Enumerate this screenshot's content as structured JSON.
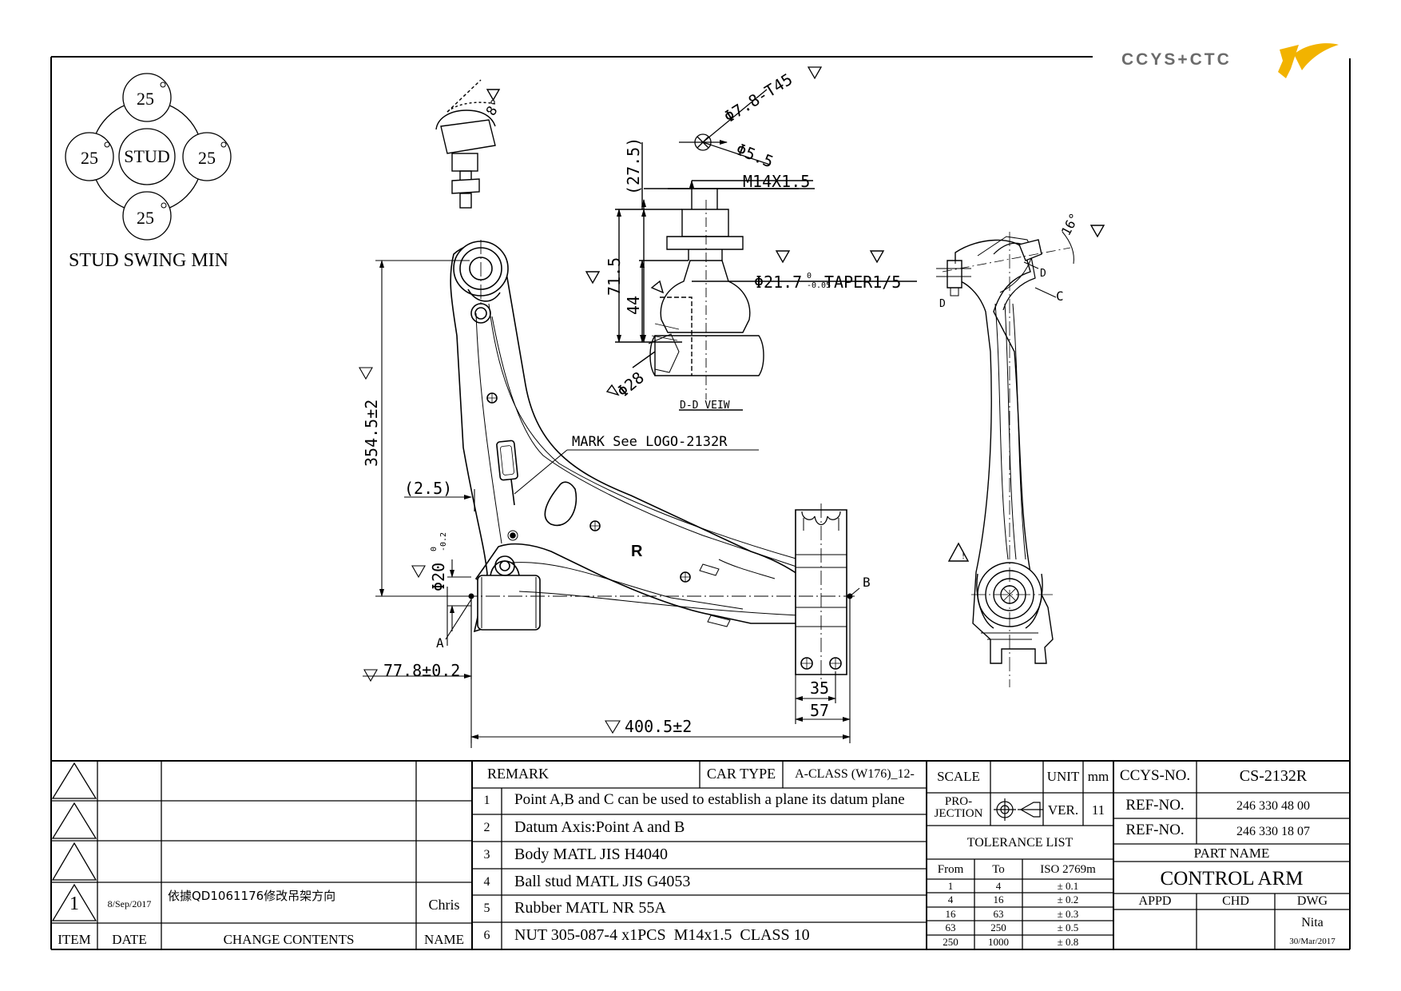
{
  "logo": {
    "text": "CCYS+CTC",
    "accent": "#f2b300",
    "gray": "#6b6b6b"
  },
  "stud_swing": {
    "center": "STUD",
    "top": "25",
    "left": "25",
    "right": "25",
    "bottom": "25",
    "caption": "STUD SWING MIN"
  },
  "dims": {
    "ball_angle": "8°",
    "phi_78": "Φ7.8-T45",
    "phi_55": "Φ5.5",
    "m14": "M14X1.5",
    "d275": "(27.5)",
    "d715": "71.5",
    "d44": "44",
    "phi217": "Φ21.7",
    "phi217_tol_top": "0",
    "phi217_tol_bot": "-0.05",
    "taper": "TAPER1/5",
    "phi28": "Φ28",
    "dd_view": "D-D VEIW",
    "mark": "MARK See LOGO-2132R",
    "d3545": "354.5±2",
    "d25": "(2.5)",
    "phi20": "Φ20",
    "phi20_tol_top": "0",
    "phi20_tol_bot": "-0.2",
    "d778": "77.8±0.2",
    "d4005": "400.5±2",
    "d35": "35",
    "d57": "57",
    "r_mark": "R",
    "pt_a": "A",
    "pt_b": "B",
    "pt_c": "C",
    "pt_d1": "D",
    "pt_d2": "D",
    "side_angle": "16°"
  },
  "revisions": {
    "rows": [
      {
        "item": "",
        "date": "",
        "content": "",
        "name": ""
      },
      {
        "item": "",
        "date": "",
        "content": "",
        "name": ""
      },
      {
        "item": "",
        "date": "",
        "content": "",
        "name": ""
      },
      {
        "item": "1",
        "date": "8/Sep/2017",
        "content": "依據QD1061176修改吊架方向",
        "name": "Chris"
      }
    ],
    "headers": {
      "item": "ITEM",
      "date": "DATE",
      "content": "CHANGE CONTENTS",
      "name": "NAME"
    }
  },
  "remarks": {
    "header": "REMARK",
    "car_type_label": "CAR TYPE",
    "car_type_value": "A-CLASS (W176)_12-",
    "items": [
      {
        "n": "1",
        "text": "Point A,B and C can be used to establish a plane its datum plane"
      },
      {
        "n": "2",
        "text": "Datum Axis:Point A and B"
      },
      {
        "n": "3",
        "text": "Body MATL JIS H4040"
      },
      {
        "n": "4",
        "text": "Ball stud MATL JIS G4053"
      },
      {
        "n": "5",
        "text": "Rubber MATL NR 55A"
      },
      {
        "n": "6",
        "text": "NUT 305-087-4 x1PCS  M14x1.5  CLASS 10"
      }
    ]
  },
  "info": {
    "scale_label": "SCALE",
    "scale_value": "",
    "unit_label": "UNIT",
    "unit_value": "mm",
    "projection_label_1": "PRO-",
    "projection_label_2": "JECTION",
    "ver_label": "VER.",
    "ver_value": "11",
    "tolerance_title": "TOLERANCE LIST",
    "tol_headers": [
      "From",
      "To",
      "ISO 2769m"
    ],
    "tol_rows": [
      [
        "1",
        "4",
        "± 0.1"
      ],
      [
        "4",
        "16",
        "± 0.2"
      ],
      [
        "16",
        "63",
        "± 0.3"
      ],
      [
        "63",
        "250",
        "± 0.5"
      ],
      [
        "250",
        "1000",
        "± 0.8"
      ]
    ]
  },
  "title_block": {
    "ccys_label": "CCYS-NO.",
    "ccys_value": "CS-2132R",
    "ref1_label": "REF-NO.",
    "ref1_value": "246 330 48 00",
    "ref2_label": "REF-NO.",
    "ref2_value": "246 330 18 07",
    "part_name_label": "PART NAME",
    "part_name": "CONTROL ARM",
    "appd_label": "APPD",
    "chd_label": "CHD",
    "dwg_label": "DWG",
    "dwg_name": "Nita",
    "dwg_date": "30/Mar/2017"
  }
}
